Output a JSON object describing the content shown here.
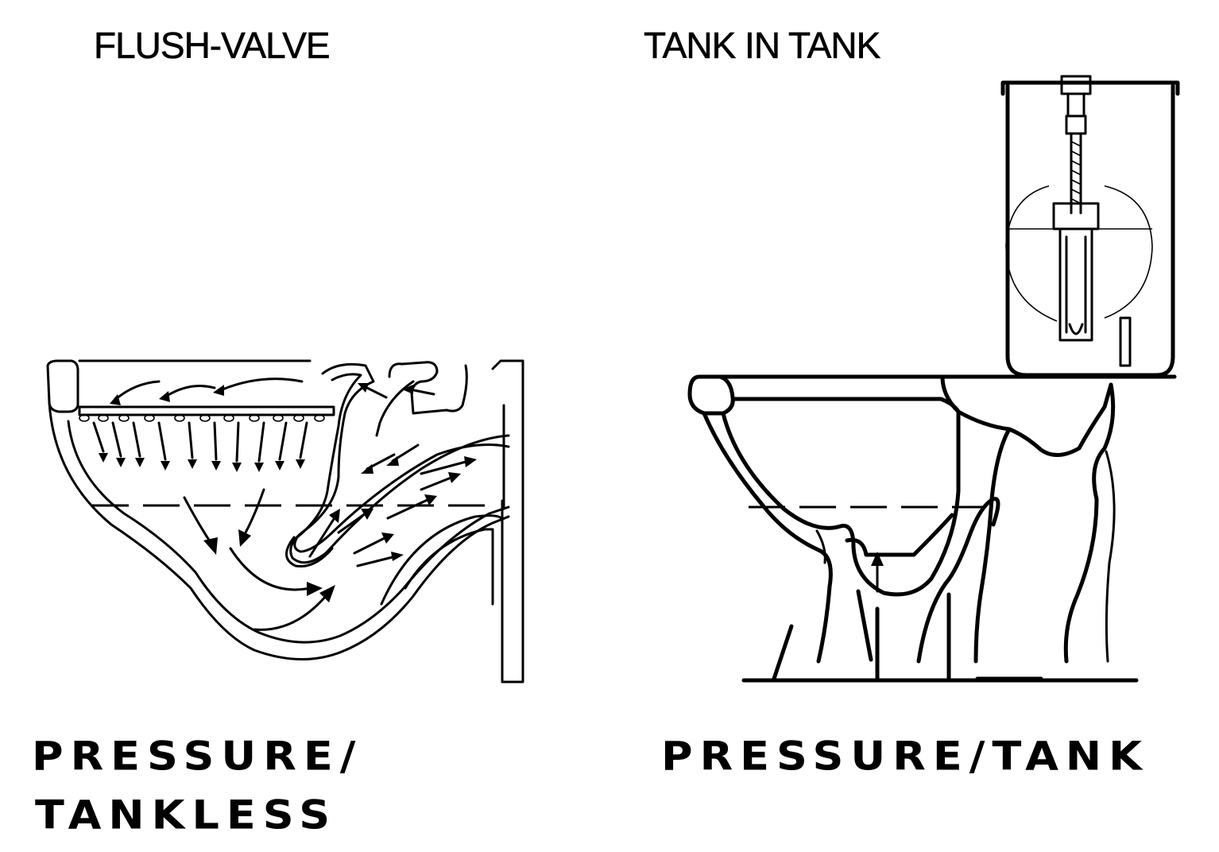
{
  "left_panel": {
    "title": "FLUSH-VALVE",
    "label_line1": "PRESSURE/",
    "label_line2": "TANKLESS"
  },
  "right_panel": {
    "title": "TANK IN TANK",
    "label": "PRESSURE/TANK"
  },
  "colors": {
    "ink": "#000000",
    "background": "#ffffff"
  }
}
